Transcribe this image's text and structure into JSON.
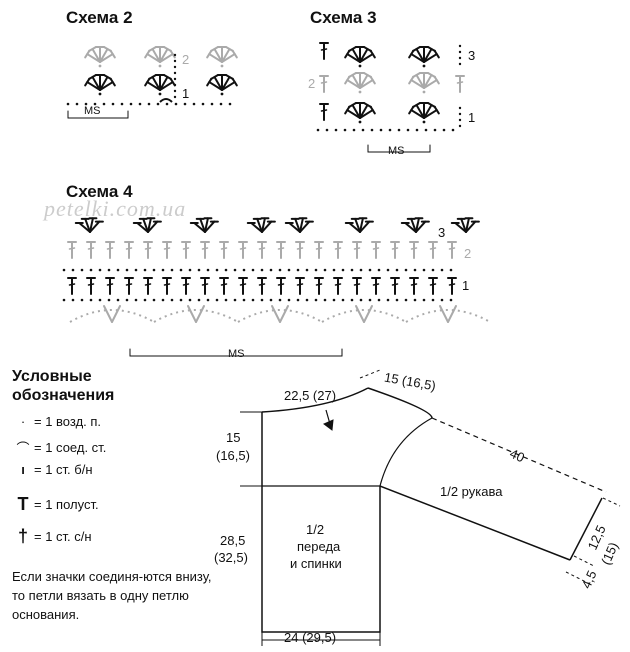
{
  "headings": {
    "schema2": "Схема 2",
    "schema3": "Схема 3",
    "schema4": "Схема 4"
  },
  "watermark": "petelki.com.ua",
  "repeat_label": "MS",
  "row_numbers": {
    "one": "1",
    "two": "2",
    "three": "3"
  },
  "legend": {
    "title_line1": "Условные",
    "title_line2": "обозначения",
    "items": [
      {
        "symbol": "dot-icon",
        "label": "= 1 возд. п."
      },
      {
        "symbol": "arc-icon",
        "label": "= 1 соед. ст."
      },
      {
        "symbol": "bar-icon",
        "label": "= 1 ст. б/н"
      },
      {
        "symbol": "t-icon",
        "label": "= 1 полуст."
      },
      {
        "symbol": "cross-t-icon",
        "label": "= 1 ст. с/н"
      }
    ],
    "note": "Если значки соединя-ются внизу, то петли вязать в одну петлю основания."
  },
  "pattern": {
    "neck_width": "22,5 (27)",
    "shoulder_slope": "15 (16,5)",
    "armhole_depth_a": "15",
    "armhole_depth_b": "(16,5)",
    "sleeve_length": "40",
    "sleeve_label": "1/2 рукава",
    "body_length_a": "28,5",
    "body_length_b": "(32,5)",
    "body_label_1": "1/2",
    "body_label_2": "переда",
    "body_label_3": "и спинки",
    "hem_width": "24 (29,5)",
    "cuff_width": "12,5",
    "cuff_width_b": "(15)",
    "cuff_band": "4,5"
  },
  "colors": {
    "ink": "#111111",
    "gray": "#aaaaaa"
  }
}
